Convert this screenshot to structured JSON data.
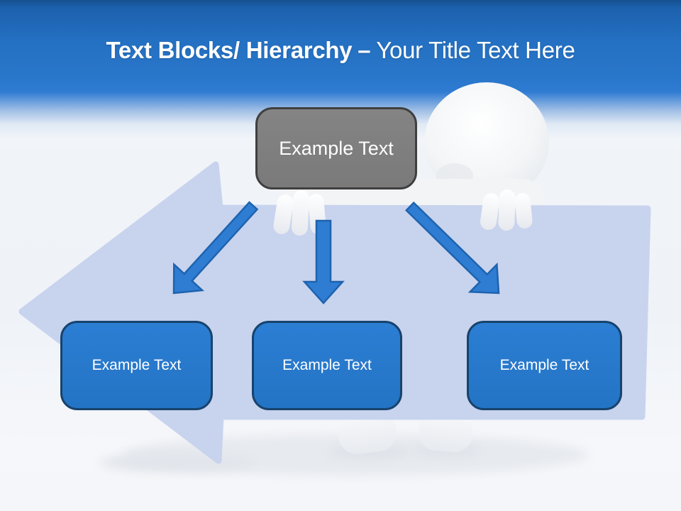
{
  "slide": {
    "title": {
      "bold": "Text Blocks/ Hierarchy",
      "separator": "–",
      "regular": "Your Title Text Here"
    },
    "root_block": {
      "label": "Example Text"
    },
    "child_blocks": [
      {
        "label": "Example Text"
      },
      {
        "label": "Example Text"
      },
      {
        "label": "Example Text"
      }
    ],
    "icons": {
      "background_shape": "big-left-arrow",
      "figure": "3d-person",
      "connectors": [
        "arrow-down-left",
        "arrow-down",
        "arrow-down-right"
      ]
    },
    "colors": {
      "header_top": "#17549a",
      "header_mid": "#2472c6",
      "header_bottom": "#2e7bd2",
      "root_fill": "#7f7f7f",
      "root_border": "#3f3f3f",
      "child_fill": "#2679cb",
      "child_border": "#17436c",
      "connector_fill": "#2e7dd3",
      "connector_stroke": "#1e63ae",
      "background_arrow_fill": "#c8d3ee",
      "figure_color": "#f2f3f5",
      "text_color": "#ffffff"
    }
  }
}
